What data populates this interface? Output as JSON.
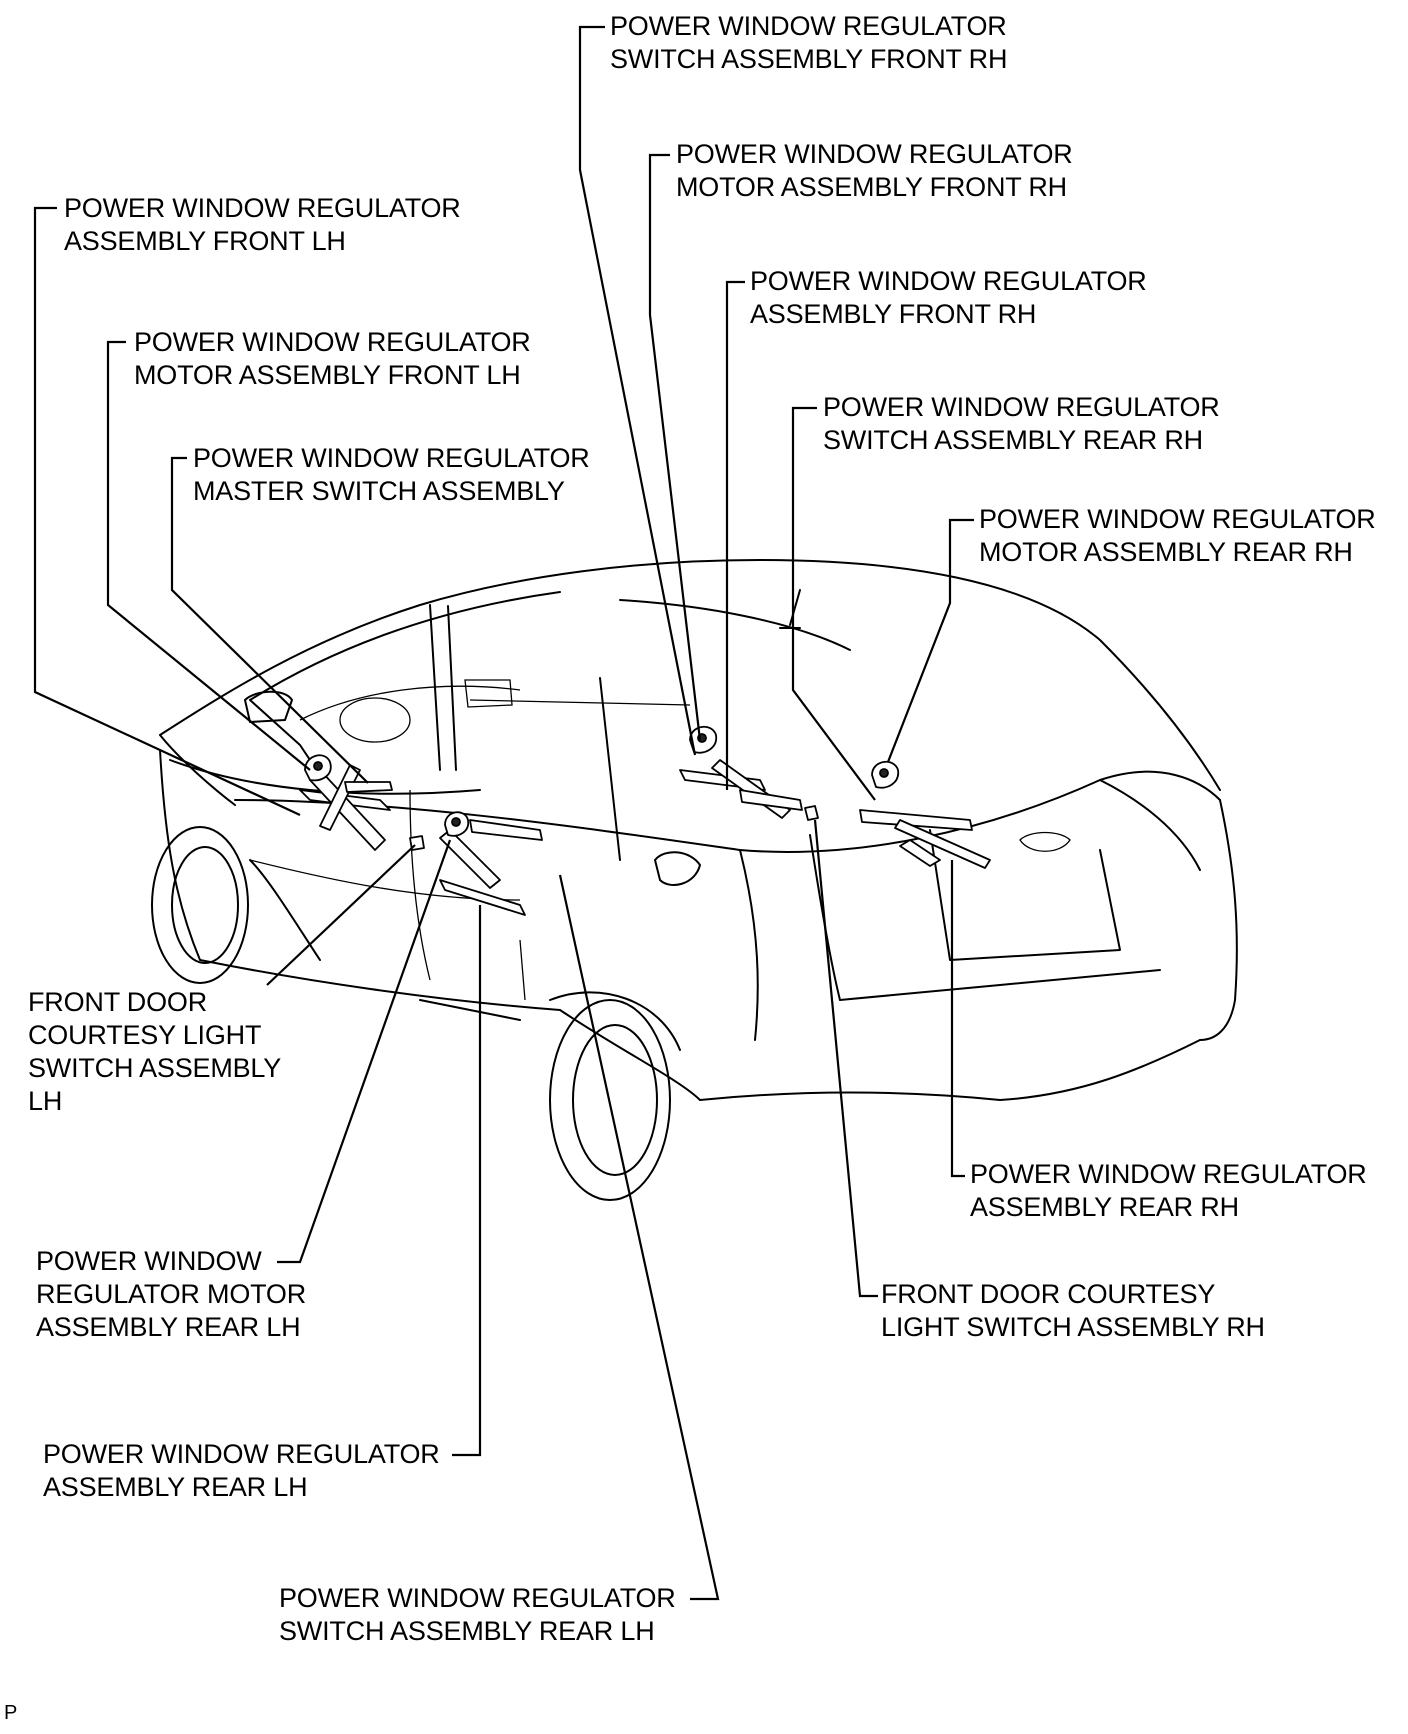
{
  "figure_code": "P",
  "labels": {
    "reg_front_lh": [
      "POWER WINDOW REGULATOR",
      "ASSEMBLY FRONT LH"
    ],
    "motor_front_lh": [
      "POWER WINDOW REGULATOR",
      "MOTOR ASSEMBLY FRONT LH"
    ],
    "master_switch": [
      "POWER WINDOW REGULATOR",
      "MASTER SWITCH ASSEMBLY"
    ],
    "switch_front_rh": [
      "POWER WINDOW REGULATOR",
      "SWITCH ASSEMBLY FRONT RH"
    ],
    "motor_front_rh": [
      "POWER WINDOW REGULATOR",
      "MOTOR ASSEMBLY FRONT RH"
    ],
    "reg_front_rh": [
      "POWER WINDOW REGULATOR",
      "ASSEMBLY FRONT RH"
    ],
    "switch_rear_rh": [
      "POWER WINDOW REGULATOR",
      "SWITCH ASSEMBLY REAR RH"
    ],
    "motor_rear_rh": [
      "POWER WINDOW REGULATOR",
      "MOTOR ASSEMBLY REAR RH"
    ],
    "courtesy_lh": [
      "FRONT DOOR",
      "COURTESY LIGHT",
      "SWITCH ASSEMBLY",
      "LH"
    ],
    "reg_rear_rh": [
      "POWER WINDOW REGULATOR",
      "ASSEMBLY REAR RH"
    ],
    "motor_rear_lh": [
      "POWER WINDOW",
      "REGULATOR MOTOR",
      "ASSEMBLY REAR LH"
    ],
    "courtesy_rh": [
      "FRONT DOOR COURTESY",
      "LIGHT SWITCH ASSEMBLY  RH"
    ],
    "reg_rear_lh": [
      "POWER WINDOW REGULATOR",
      "ASSEMBLY REAR LH"
    ],
    "switch_rear_lh": [
      "POWER WINDOW REGULATOR",
      "SWITCH ASSEMBLY REAR LH"
    ]
  }
}
